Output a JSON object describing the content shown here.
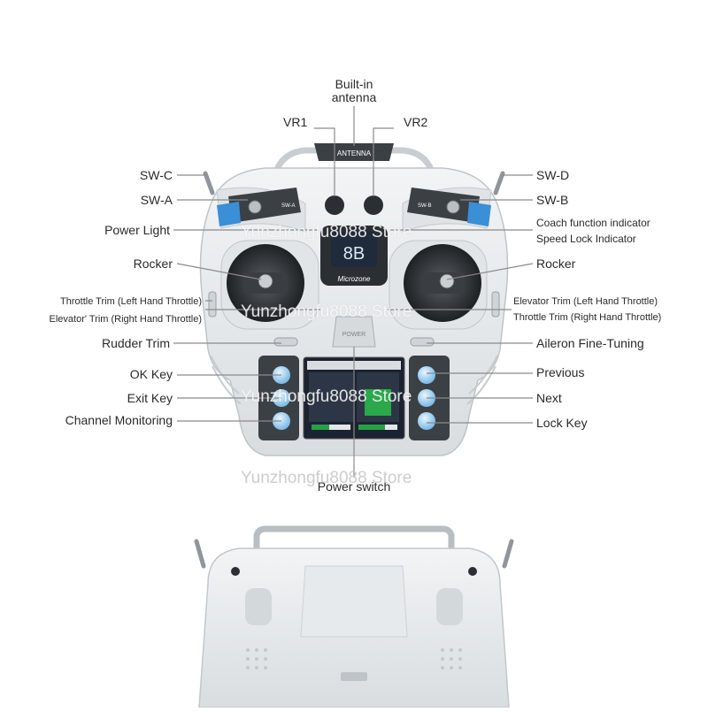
{
  "labels": {
    "antenna": [
      "Built-in",
      "antenna"
    ],
    "vr1": "VR1",
    "vr2": "VR2",
    "swc": "SW-C",
    "swa": "SW-A",
    "swd": "SW-D",
    "swb": "SW-B",
    "power_light": "Power Light",
    "coach": "Coach function indicator",
    "speed_lock": "Speed Lock Indicator",
    "rocker_left": "Rocker",
    "rocker_right": "Rocker",
    "throttle_trim_left": "Throttle Trim (Left Hand Throttle)",
    "elevator_trim_right": "Elevator' Trim (Right Hand Throttle)",
    "elevator_trim_left": "Elevator Trim (Left Hand Throttle)",
    "throttle_trim_right": "Throttle Trim (Right Hand Throttle)",
    "rudder_trim": "Rudder Trim",
    "aileron": "Aileron Fine-Tuning",
    "ok_key": "OK Key",
    "exit_key": "Exit Key",
    "channel_monitoring": "Channel Monitoring",
    "previous": "Previous",
    "next": "Next",
    "lock_key": "Lock Key",
    "power_switch": "Power switch"
  },
  "device": {
    "antenna_plate": "ANTENNA",
    "model": "8B",
    "brand": "Microzone",
    "power_button": "POWER",
    "sw_a_tag": "SW-A",
    "sw_b_tag": "SW-B"
  },
  "watermark": "Yunzhongfu8088 Store",
  "colors": {
    "body": "#e9ecee",
    "accent": "#3a8fd6",
    "dark": "#2b2f33",
    "screen": "#1f2a3a",
    "leader_line": "#8a8a8a"
  }
}
